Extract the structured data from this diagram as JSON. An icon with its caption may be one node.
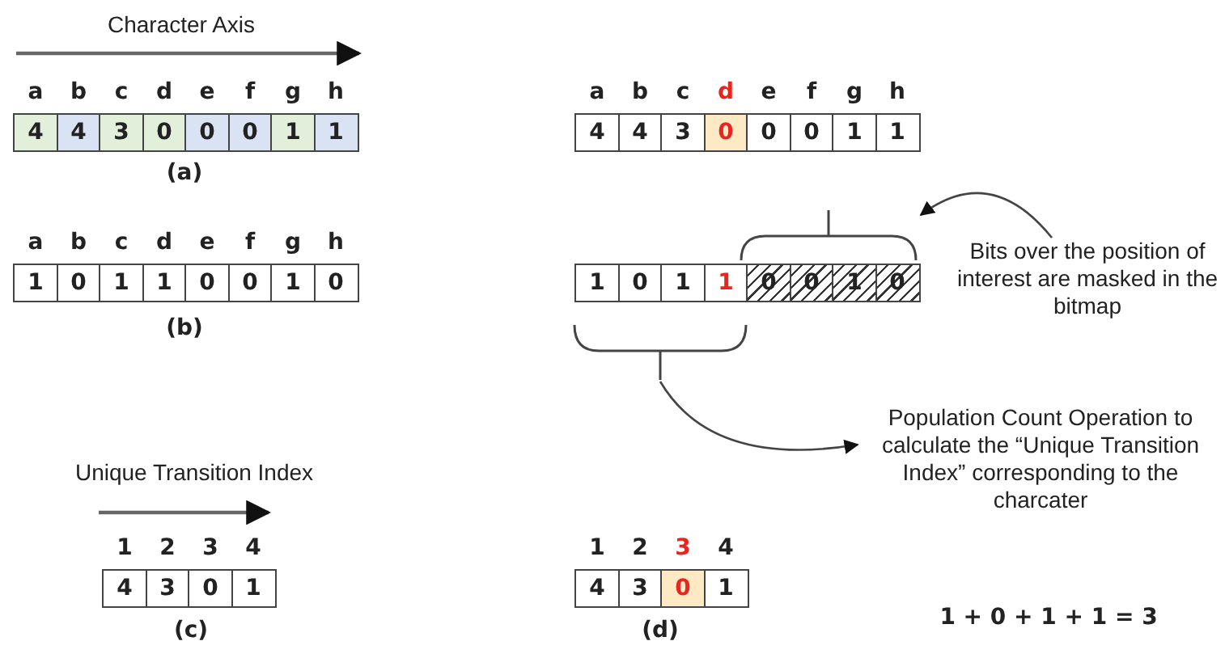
{
  "diagram": {
    "nodes": [
      {
        "text": [
          "4"
        ]
      },
      {
        "text": [
          "4"
        ]
      },
      {
        "text": [
          "3"
        ]
      },
      {
        "text": [
          "0"
        ]
      },
      {
        "text": [
          "0"
        ]
      },
      {
        "text": [
          "0"
        ]
      },
      {
        "text": [
          "1"
        ]
      },
      {
        "text": [
          "1"
        ]
      },
      {
        "text": [
          "4"
        ]
      },
      {
        "text": [
          "4"
        ]
      },
      {
        "text": [
          "3"
        ]
      },
      {
        "text": [
          "0"
        ]
      },
      {
        "text": [
          "0"
        ]
      },
      {
        "text": [
          "0"
        ]
      },
      {
        "text": [
          "1"
        ]
      },
      {
        "text": [
          "1"
        ]
      },
      {
        "text": [],
        "shape": "bracket"
      },
      {
        "text": [
          "Bits over the position of interest are masked in the bitmap"
        ]
      },
      {
        "text": [
          "1"
        ]
      },
      {
        "text": [
          "0"
        ]
      },
      {
        "text": [
          "1"
        ]
      },
      {
        "text": [
          "1"
        ]
      },
      {
        "text": [
          "0"
        ]
      },
      {
        "text": [
          "0"
        ]
      },
      {
        "text": [
          "1"
        ]
      },
      {
        "text": [
          "0"
        ]
      },
      {
        "text": [
          "1"
        ]
      },
      {
        "text": [
          "0"
        ]
      },
      {
        "text": [
          "1"
        ]
      },
      {
        "text": [
          "1"
        ]
      },
      {
        "text": [
          "0"
        ]
      },
      {
        "text": [
          "0"
        ]
      },
      {
        "text": [
          "1"
        ]
      },
      {
        "text": [
          "0"
        ]
      },
      {
        "text": [],
        "shape": "bracket"
      },
      {
        "text": [
          "Population Count Operation to calculate the “Unique Transition Index” corresponding to the charcater"
        ]
      },
      {
        "text": [
          "4"
        ]
      },
      {
        "text": [
          "3"
        ]
      },
      {
        "text": [
          "0"
        ]
      },
      {
        "text": [
          "1"
        ]
      },
      {
        "text": [
          "4"
        ]
      },
      {
        "text": [
          "3"
        ]
      },
      {
        "text": [
          "0"
        ]
      },
      {
        "text": [
          "1"
        ]
      }
    ],
    "edges": [
      {
        "from": 17,
        "to": 16,
        "arrow": "to"
      },
      {
        "from": 34,
        "to": 35,
        "arrow": "to"
      }
    ],
    "labels": [
      "Character Axis",
      "a",
      "b",
      "c",
      "d",
      "e",
      "f",
      "g",
      "h",
      "a",
      "b",
      "c",
      "d",
      "e",
      "f",
      "g",
      "h",
      "(a)",
      "a",
      "b",
      "c",
      "d",
      "e",
      "f",
      "g",
      "h",
      "(b)",
      "Unique Transition Index",
      "1",
      "2",
      "3",
      "4",
      "1",
      "2",
      "3",
      "4",
      "(c)",
      "(d)",
      "1 + 0 + 1 + 1 = 3"
    ]
  }
}
